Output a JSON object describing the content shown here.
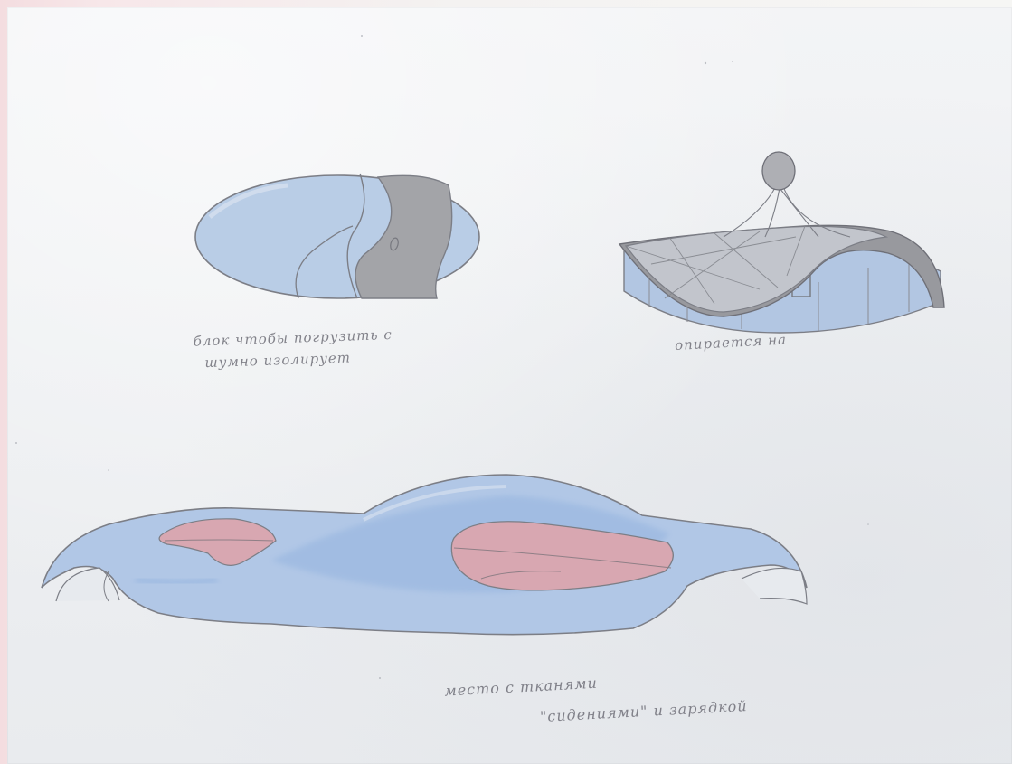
{
  "image": {
    "kind": "photograph of a pencil and watercolor sketch on paper",
    "palette": {
      "paper": "#eef0f2",
      "frame_tint": "#f4dde0",
      "blue_wash": "#a9bfe0",
      "deep_blue": "#8fb0de",
      "gray_wash": "#a8a9ad",
      "pink_wash": "#d9a9b2",
      "pencil": "#7c7e86"
    }
  },
  "sketches": [
    {
      "id": "oval-pod",
      "caption_lines": [
        "блок чтобы погрузить с",
        "шумно изолирует"
      ]
    },
    {
      "id": "canopy-pavilion",
      "caption_lines": [
        "опирается на"
      ]
    },
    {
      "id": "wave-bench",
      "caption_lines": [
        "место с тканями",
        "\"сидениями\" и зарядкой"
      ]
    }
  ]
}
